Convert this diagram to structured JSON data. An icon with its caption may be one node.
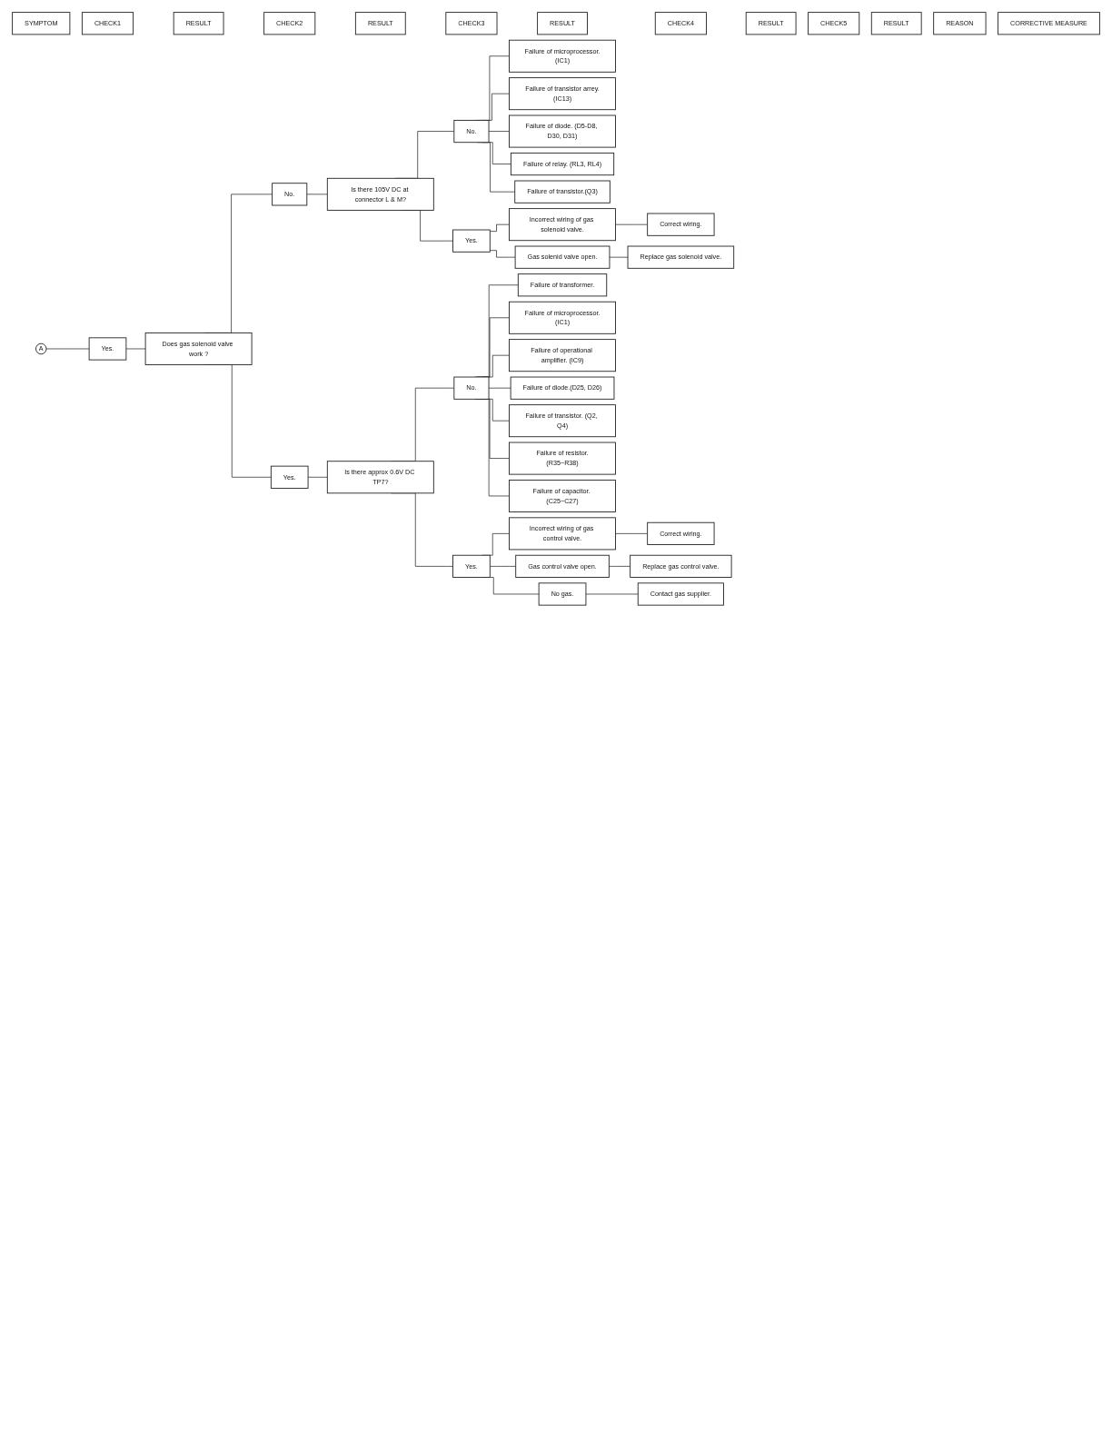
{
  "diagram": {
    "nodes": [
      {
        "text": [
          "SYMPTOM"
        ]
      },
      {
        "text": [
          "CHECK1"
        ]
      },
      {
        "text": [
          "RESULT"
        ]
      },
      {
        "text": [
          "CHECK2"
        ]
      },
      {
        "text": [
          "RESULT"
        ]
      },
      {
        "text": [
          "CHECK3"
        ]
      },
      {
        "text": [
          "RESULT"
        ]
      },
      {
        "text": [
          "CHECK4"
        ]
      },
      {
        "text": [
          "RESULT"
        ]
      },
      {
        "text": [
          "CHECK5"
        ]
      },
      {
        "text": [
          "RESULT"
        ]
      },
      {
        "text": [
          "REASON"
        ]
      },
      {
        "text": [
          "CORRECTIVE MEASURE"
        ]
      },
      {
        "text": [
          "A"
        ]
      },
      {
        "text": [
          "Yes."
        ]
      },
      {
        "text": [
          "Does gas solenoid valve work ?"
        ]
      },
      {
        "text": [
          "No."
        ]
      },
      {
        "text": [
          "Is there 105V DC at connector L & M?"
        ]
      },
      {
        "text": [
          "No."
        ]
      },
      {
        "text": [
          "Failure of microprocessor.(IC1)"
        ]
      },
      {
        "text": [
          "Failure of transistor arrey.(IC13)"
        ]
      },
      {
        "text": [
          "Failure of diode. (D5-D8, D30, D31)"
        ]
      },
      {
        "text": [
          "Failure of relay. (RL3, RL4)"
        ]
      },
      {
        "text": [
          "Failure of transistor.(Q3)"
        ]
      },
      {
        "text": [
          "Yes."
        ]
      },
      {
        "text": [
          "Incorrect wiring of gas solenoid valve."
        ]
      },
      {
        "text": [
          "Correct wiring."
        ]
      },
      {
        "text": [
          "Gas solenid valve open."
        ]
      },
      {
        "text": [
          "Replace gas solenoid valve."
        ]
      },
      {
        "text": [
          "Yes."
        ]
      },
      {
        "text": [
          "Is there approx 0.6V DC TP7?"
        ]
      },
      {
        "text": [
          "No."
        ]
      },
      {
        "text": [
          "Failure of transformer."
        ]
      },
      {
        "text": [
          "Failure of microprocessor.(IC1)"
        ]
      },
      {
        "text": [
          "Failure of operational amplifier. (IC9)"
        ]
      },
      {
        "text": [
          "Failure of diode.(D25, D26)"
        ]
      },
      {
        "text": [
          "Failure of transistor. (Q2, Q4)"
        ]
      },
      {
        "text": [
          "Failure of resistor.(R35−R38)"
        ]
      },
      {
        "text": [
          "Failure of capacitor. (C25−C27)"
        ]
      },
      {
        "text": [
          "Yes."
        ]
      },
      {
        "text": [
          "Incorrect wiring of gas control valve."
        ]
      },
      {
        "text": [
          "Correct wiring."
        ]
      },
      {
        "text": [
          "Gas control valve open."
        ]
      },
      {
        "text": [
          "Replace gas control valve."
        ]
      },
      {
        "text": [
          "No gas."
        ]
      },
      {
        "text": [
          "Contact gas supplier."
        ]
      }
    ],
    "edges": [
      {
        "from": 13,
        "to": 14,
        "arrow": "none"
      },
      {
        "from": 14,
        "to": 15,
        "arrow": "none"
      },
      {
        "from": 15,
        "to": 16,
        "arrow": "none"
      },
      {
        "from": 16,
        "to": 17,
        "arrow": "none"
      },
      {
        "from": 17,
        "to": 18,
        "arrow": "none"
      },
      {
        "from": 18,
        "to": 19,
        "arrow": "none"
      },
      {
        "from": 18,
        "to": 20,
        "arrow": "none"
      },
      {
        "from": 18,
        "to": 21,
        "arrow": "none"
      },
      {
        "from": 18,
        "to": 22,
        "arrow": "none"
      },
      {
        "from": 18,
        "to": 23,
        "arrow": "none"
      },
      {
        "from": 17,
        "to": 24,
        "arrow": "none"
      },
      {
        "from": 24,
        "to": 25,
        "arrow": "none"
      },
      {
        "from": 25,
        "to": 26,
        "arrow": "none"
      },
      {
        "from": 24,
        "to": 27,
        "arrow": "none"
      },
      {
        "from": 27,
        "to": 28,
        "arrow": "none"
      },
      {
        "from": 15,
        "to": 29,
        "arrow": "none"
      },
      {
        "from": 29,
        "to": 30,
        "arrow": "none"
      },
      {
        "from": 30,
        "to": 31,
        "arrow": "none"
      },
      {
        "from": 31,
        "to": 32,
        "arrow": "none"
      },
      {
        "from": 31,
        "to": 33,
        "arrow": "none"
      },
      {
        "from": 31,
        "to": 34,
        "arrow": "none"
      },
      {
        "from": 31,
        "to": 35,
        "arrow": "none"
      },
      {
        "from": 31,
        "to": 36,
        "arrow": "none"
      },
      {
        "from": 31,
        "to": 37,
        "arrow": "none"
      },
      {
        "from": 31,
        "to": 38,
        "arrow": "none"
      },
      {
        "from": 30,
        "to": 39,
        "arrow": "none"
      },
      {
        "from": 39,
        "to": 40,
        "arrow": "none"
      },
      {
        "from": 40,
        "to": 41,
        "arrow": "none"
      },
      {
        "from": 39,
        "to": 42,
        "arrow": "none"
      },
      {
        "from": 42,
        "to": 43,
        "arrow": "none"
      },
      {
        "from": 39,
        "to": 44,
        "arrow": "none"
      },
      {
        "from": 44,
        "to": 45,
        "arrow": "none"
      }
    ]
  }
}
